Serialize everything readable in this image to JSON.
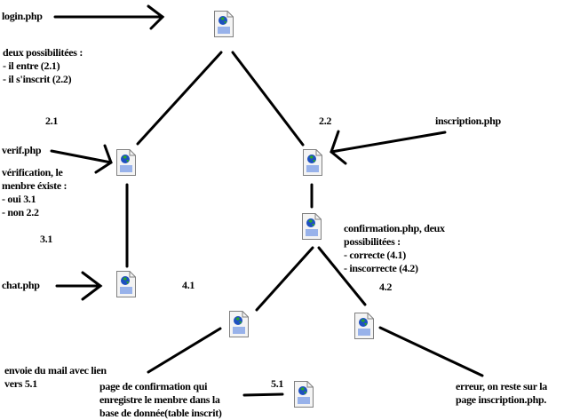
{
  "diagram": {
    "title": "Flux d'inscription / connexion",
    "labels": {
      "login": "login.php",
      "login_note": "deux possibilitées :\n- il entre (2.1)\n- il s'inscrit (2.2)",
      "step_2_1": "2.1",
      "verif": "verif.php",
      "verif_note": "vérification, le\nmenbre éxiste :\n- oui 3.1\n- non 2.2",
      "step_3_1": "3.1",
      "step_2_2": "2.2",
      "inscription": "inscription.php",
      "confirmation_note": "confirmation.php, deux\npossibilitées :\n- correcte (4.1)\n- inscorrecte (4.2)",
      "chat": "chat.php",
      "step_4_1": "4.1",
      "step_4_2": "4.2",
      "mail_note": "envoie du mail avec lien\nvers 5.1",
      "page_confirm_note": "page de confirmation qui\nenregistre le menbre dans la\nbase de donnée(table inscrit)",
      "step_5_1": "5.1",
      "erreur_note": "erreur, on reste sur la\npage inscription.php."
    },
    "nodes": [
      {
        "id": "root",
        "icon": "web-page-icon"
      },
      {
        "id": "verif",
        "icon": "web-page-icon"
      },
      {
        "id": "inscription",
        "icon": "web-page-icon"
      },
      {
        "id": "confirmation",
        "icon": "web-page-icon"
      },
      {
        "id": "chat",
        "icon": "web-page-icon"
      },
      {
        "id": "page-confirm",
        "icon": "web-page-icon"
      },
      {
        "id": "erreur",
        "icon": "web-page-icon"
      },
      {
        "id": "step-5-1",
        "icon": "web-page-icon"
      }
    ],
    "colors": {
      "line": "#000000",
      "icon_page": "#f4f4f4",
      "icon_border": "#808080",
      "icon_lines": "#3b6fe0",
      "globe_blue": "#1d4fc0",
      "globe_green": "#2aa52a"
    }
  }
}
